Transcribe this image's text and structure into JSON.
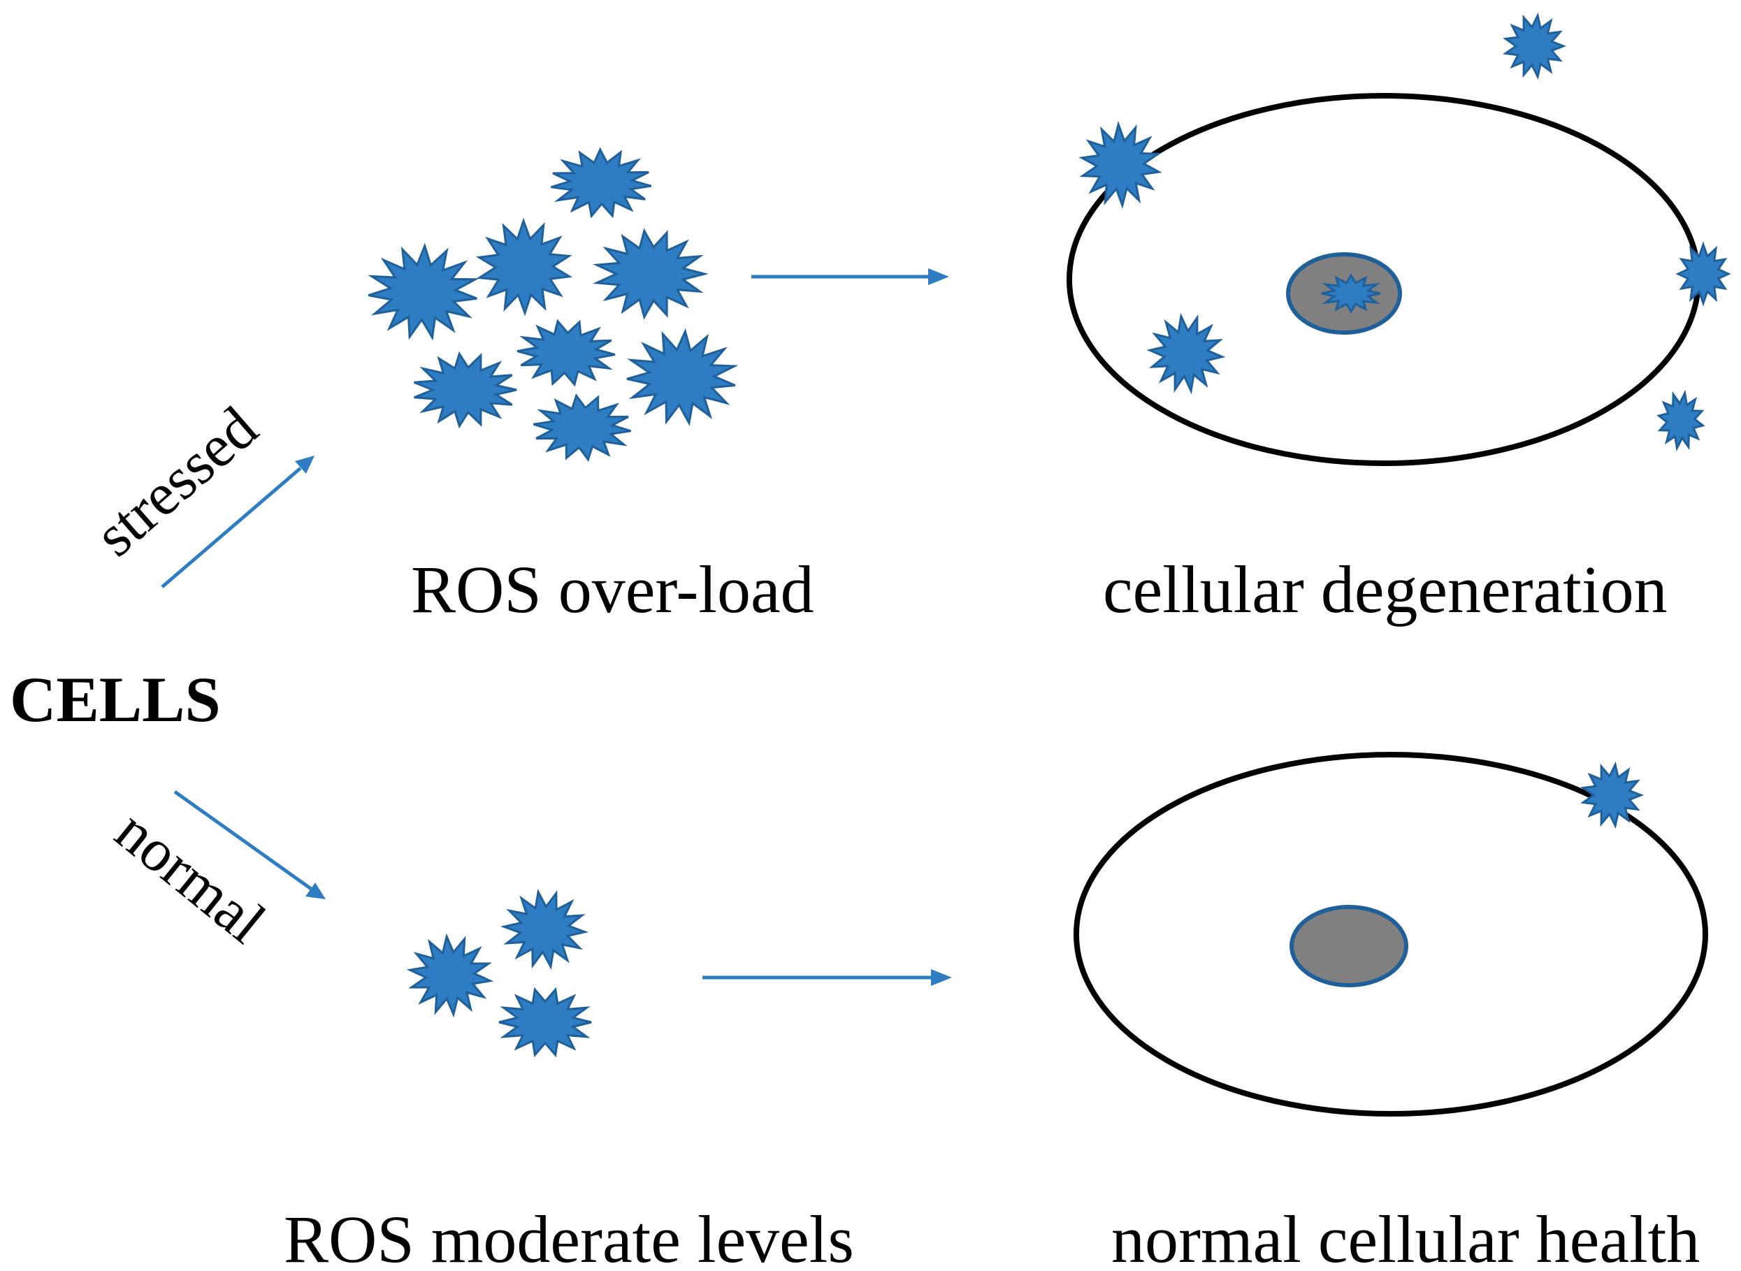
{
  "labels": {
    "start": "CELLS",
    "stressed_path": "stressed",
    "normal_path": "normal",
    "ros_overload": "ROS over-load",
    "cellular_degeneration": "cellular degeneration",
    "ros_moderate": "ROS moderate levels",
    "normal_health": "normal cellular health"
  },
  "colors": {
    "ros_fill": "#2E7CC2",
    "ros_stroke": "#1F5F9A",
    "arrow": "#2E7CC2",
    "nucleus_fill": "#808080",
    "membrane": "#000000",
    "text": "#000000"
  },
  "icons": {
    "ros": "starburst-icon",
    "cell": "cell-ellipse",
    "nucleus": "nucleus-ellipse",
    "arrow": "arrow-right-icon"
  }
}
